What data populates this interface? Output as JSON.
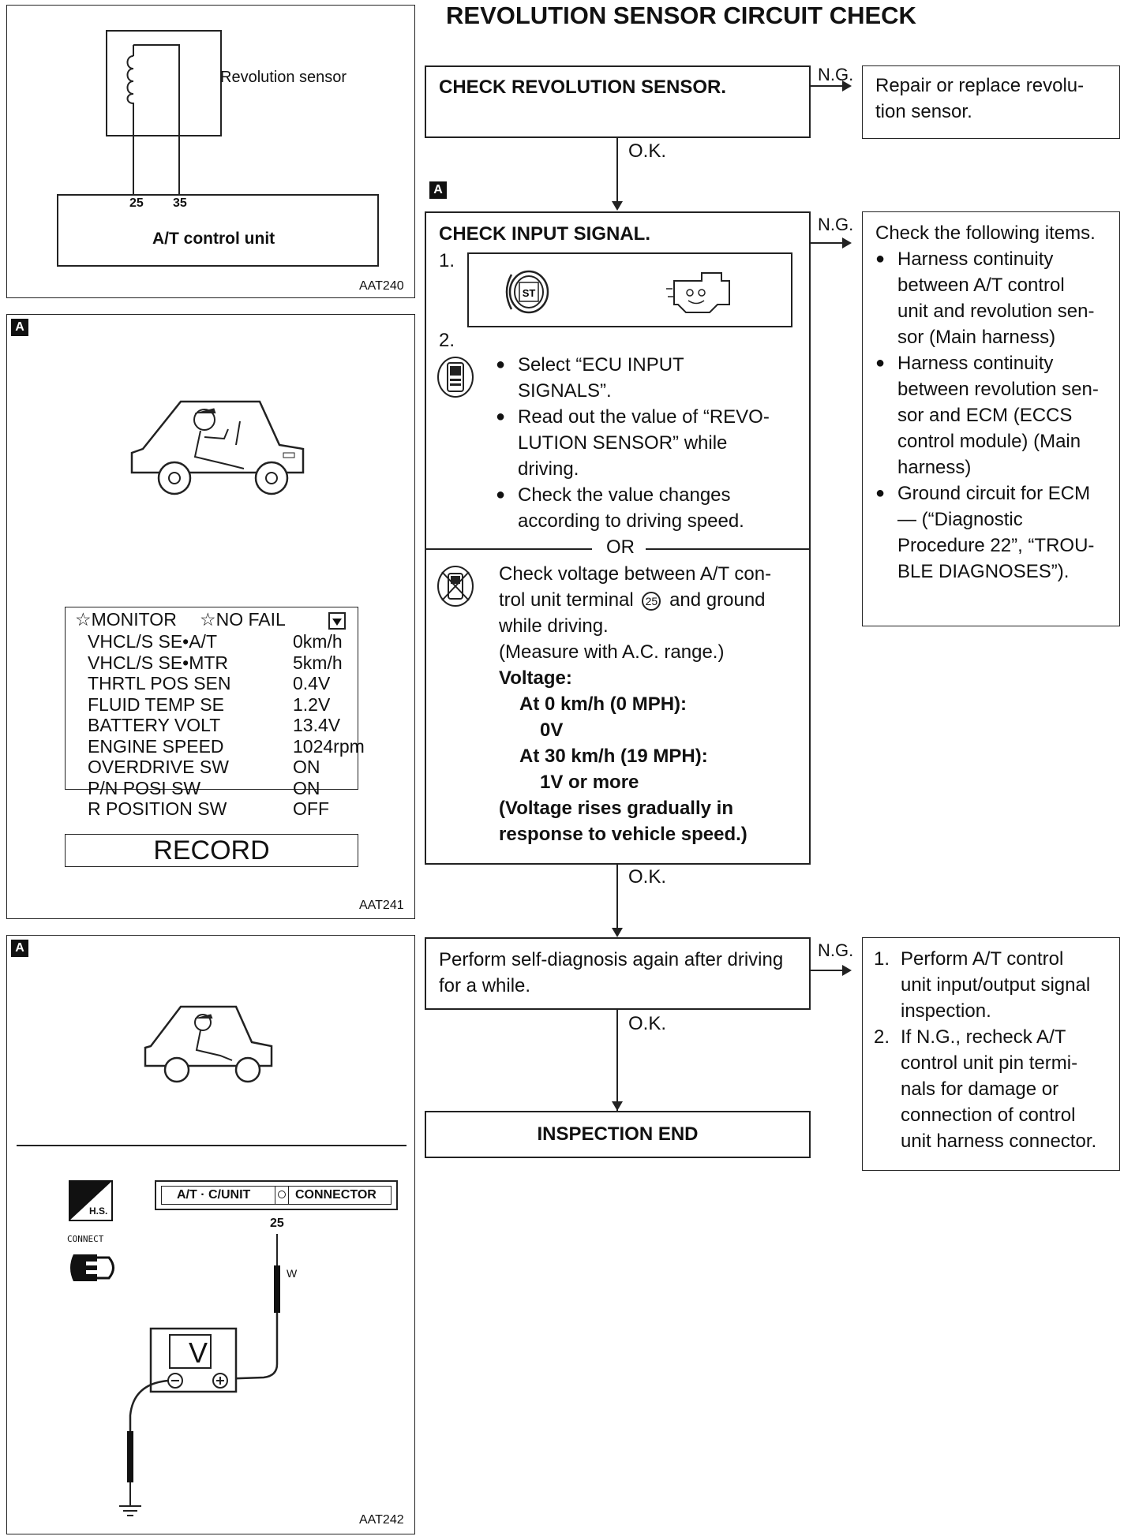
{
  "title": "REVOLUTION SENSOR CIRCUIT CHECK",
  "figures": {
    "fig1": {
      "sensor_label": "Revolution sensor",
      "pin_a": "25",
      "pin_b": "35",
      "unit_label": "A/T control unit",
      "code": "AAT240"
    },
    "fig2": {
      "marker": "A",
      "consult_header_left": "☆MONITOR",
      "consult_header_right": "☆NO FAIL",
      "rows": [
        {
          "k": "VHCL/S SE•A/T",
          "v": "0km/h"
        },
        {
          "k": "VHCL/S SE•MTR",
          "v": "5km/h"
        },
        {
          "k": "THRTL POS SEN",
          "v": "0.4V"
        },
        {
          "k": "FLUID TEMP SE",
          "v": "1.2V"
        },
        {
          "k": "BATTERY VOLT",
          "v": "13.4V"
        },
        {
          "k": "ENGINE SPEED",
          "v": "1024rpm"
        },
        {
          "k": "OVERDRIVE SW",
          "v": "ON"
        },
        {
          "k": "P/N POSI SW",
          "v": "ON"
        },
        {
          "k": "R POSITION SW",
          "v": "OFF"
        }
      ],
      "record_button": "RECORD",
      "code": "AAT241"
    },
    "fig3": {
      "marker": "A",
      "hs_label": "H.S.",
      "connect_label": "CONNECT",
      "connector_left": "A/T · C/UNIT",
      "connector_right": "CONNECTOR",
      "terminal": "25",
      "wire_color": "W",
      "meter_label": "V",
      "code": "AAT242"
    }
  },
  "flow": {
    "step1": {
      "title": "CHECK REVOLUTION SENSOR.",
      "ng_label": "N.G.",
      "ng_action": [
        "Repair or replace revolu-",
        "tion sensor."
      ],
      "ok_label": "O.K."
    },
    "marker": "A",
    "step2": {
      "title": "CHECK INPUT SIGNAL.",
      "num1": "1.",
      "num2": "2.",
      "st_label": "ST",
      "consult_items": [
        [
          "Select “ECU INPUT",
          "SIGNALS”."
        ],
        [
          "Read out the value of “REVO-",
          "LUTION SENSOR” while",
          "driving."
        ],
        [
          "Check the value changes",
          "according to driving speed."
        ]
      ],
      "or_label": "OR",
      "manual_lines": [
        "Check voltage between A/T con-",
        "trol unit terminal",
        "and ground",
        "while driving.",
        "(Measure with A.C. range.)"
      ],
      "terminal_circle": "25",
      "voltage_lines": [
        "Voltage:",
        "At 0 km/h (0 MPH):",
        "0V",
        "At 30 km/h (19 MPH):",
        "1V or more",
        "(Voltage rises gradually in",
        "response to vehicle speed.)"
      ],
      "ng_label": "N.G.",
      "ng_intro": "Check the following items.",
      "ng_items": [
        [
          "Harness continuity",
          "between A/T control",
          "unit and revolution sen-",
          "sor (Main harness)"
        ],
        [
          "Harness continuity",
          "between revolution sen-",
          "sor and ECM (ECCS",
          "control module) (Main",
          "harness)"
        ],
        [
          "Ground circuit for ECM",
          "— (“Diagnostic",
          "Procedure 22”, “TROU-",
          "BLE DIAGNOSES”)."
        ]
      ],
      "ok_label": "O.K."
    },
    "step3": {
      "lines": [
        "Perform self-diagnosis again after driving",
        "for a while."
      ],
      "ng_label": "N.G.",
      "ng_items": [
        {
          "num": "1.",
          "lines": [
            "Perform A/T control",
            "unit input/output signal",
            "inspection."
          ]
        },
        {
          "num": "2.",
          "lines": [
            "If N.G., recheck A/T",
            "control unit pin termi-",
            "nals for damage or",
            "connection of control",
            "unit harness connector."
          ]
        }
      ],
      "ok_label": "O.K."
    },
    "end": "INSPECTION END"
  }
}
